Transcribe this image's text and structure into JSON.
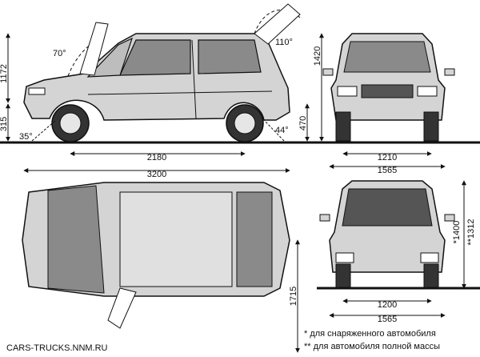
{
  "figure": {
    "watermark": "CARS-TRUCKS.NNM.RU",
    "footnotes": [
      "* для снаряженного автомобиля",
      "** для автомобиля полной массы"
    ]
  },
  "side_view": {
    "dimensions": {
      "height_roof": "1172",
      "ground_clearance": "315",
      "rear_overhang_height": "470",
      "wheelbase": "2180",
      "total_length": "3200"
    },
    "angles": {
      "door_open": "70°",
      "hatch_open": "110°",
      "approach": "35°",
      "departure": "44°"
    }
  },
  "front_view": {
    "dimensions": {
      "height": "1420",
      "track": "1210",
      "width": "1565"
    }
  },
  "top_view": {
    "dimensions": {
      "door_swing": "1715"
    }
  },
  "rear_view": {
    "dimensions": {
      "height_loaded_1": "*1400",
      "height_loaded_2": "**1312",
      "track": "1200",
      "width": "1565"
    }
  },
  "colors": {
    "body_grey": "#d4d4d4",
    "glass_grey": "#8a8a8a",
    "dark_grey": "#555555",
    "ground": "#111111"
  }
}
